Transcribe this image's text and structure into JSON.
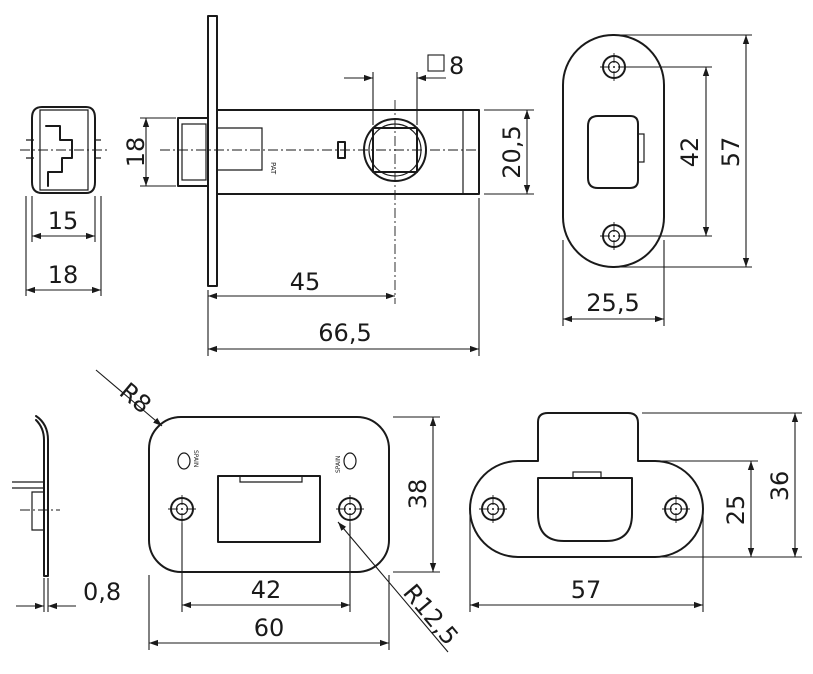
{
  "dimensions": {
    "latch_face_width": "15",
    "latch_side_width": "18",
    "bolt_height": "18",
    "spindle_square": "8",
    "body_height": "20,5",
    "backset": "45",
    "body_length": "66,5",
    "faceplate_hole_spacing": "42",
    "faceplate_height": "57",
    "faceplate_width": "25,5",
    "strike_corner_radius": "R8",
    "strike_thickness": "0,8",
    "strike_height": "38",
    "strike_hole_spacing": "42",
    "strike_width": "60",
    "strike_outer_radius": "R12,5",
    "lip_strike_height": "25",
    "lip_strike_total_height": "36",
    "lip_strike_width": "57"
  },
  "markings": {
    "pat": "PAT",
    "spain": "SPAIN"
  },
  "colors": {
    "line": "#1a1a1a",
    "background": "#ffffff"
  }
}
